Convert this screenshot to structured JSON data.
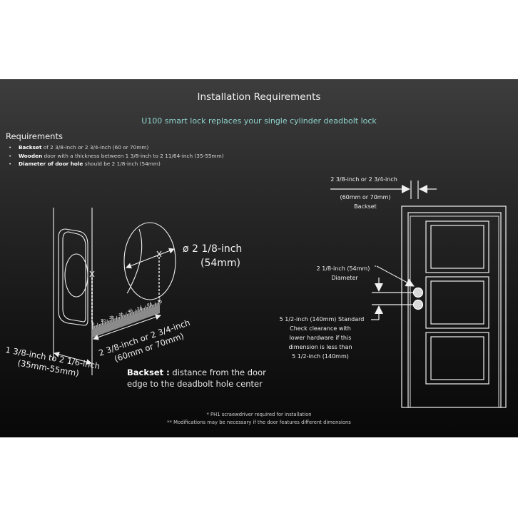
{
  "header": {
    "title": "Installation Requirements",
    "subtitle": "U100 smart lock replaces your single cylinder deadbolt lock"
  },
  "requirements": {
    "heading": "Requirements",
    "items": [
      {
        "bold": "Backset",
        "text": " of 2 3/8-inch or 2 3/4-inch (60 or 70mm)"
      },
      {
        "bold": "Wooden",
        "text": " door with a thickness between 1 3/8-inch to 2 11/64-inch (35-55mm)"
      },
      {
        "bold": "Diameter of door hole",
        "text": " should be 2 1/8-inch (54mm)"
      }
    ]
  },
  "left_diagram": {
    "hole_diameter_line1": "ø 2 1/8-inch",
    "hole_diameter_line2": "(54mm)",
    "ruler_ticks": [
      "0",
      "10",
      "20",
      "30",
      "40",
      "50",
      "60",
      "70"
    ],
    "backset_line1": "2 3/8-inch or 2 3/4-inch",
    "backset_line2": "(60mm or 70mm)",
    "thickness_line1": "1 3/8-inch to 2 1/6-inch",
    "thickness_line2": "(35mm-55mm)",
    "backset_note_bold": "Backset :",
    "backset_note_line1": " distance from the door",
    "backset_note_line2": "edge to the deadbolt hole center"
  },
  "right_diagram": {
    "backset_line1": "2 3/8-inch or 2 3/4-inch",
    "backset_line2": "(60mm or 70mm)",
    "backset_line3": "Backset",
    "diameter_line1": "2 1/8-inch (54mm)",
    "diameter_line2": "Diameter",
    "spacing_line1": "5 1/2-inch (140mm) Standard",
    "spacing_line2": "Check clearance with",
    "spacing_line3": "lower hardware if this",
    "spacing_line4": "dimension is less than",
    "spacing_line5": "5 1/2-inch (140mm)"
  },
  "footnotes": {
    "note1": "* PH1 scraewdriver required for installation",
    "note2": "** Modifications may be necessary if the door features different dimensions"
  },
  "colors": {
    "subtitle_accent": "#8fd3cc",
    "line": "#f0f0f0",
    "hole_fill": "#d9d9d9"
  }
}
